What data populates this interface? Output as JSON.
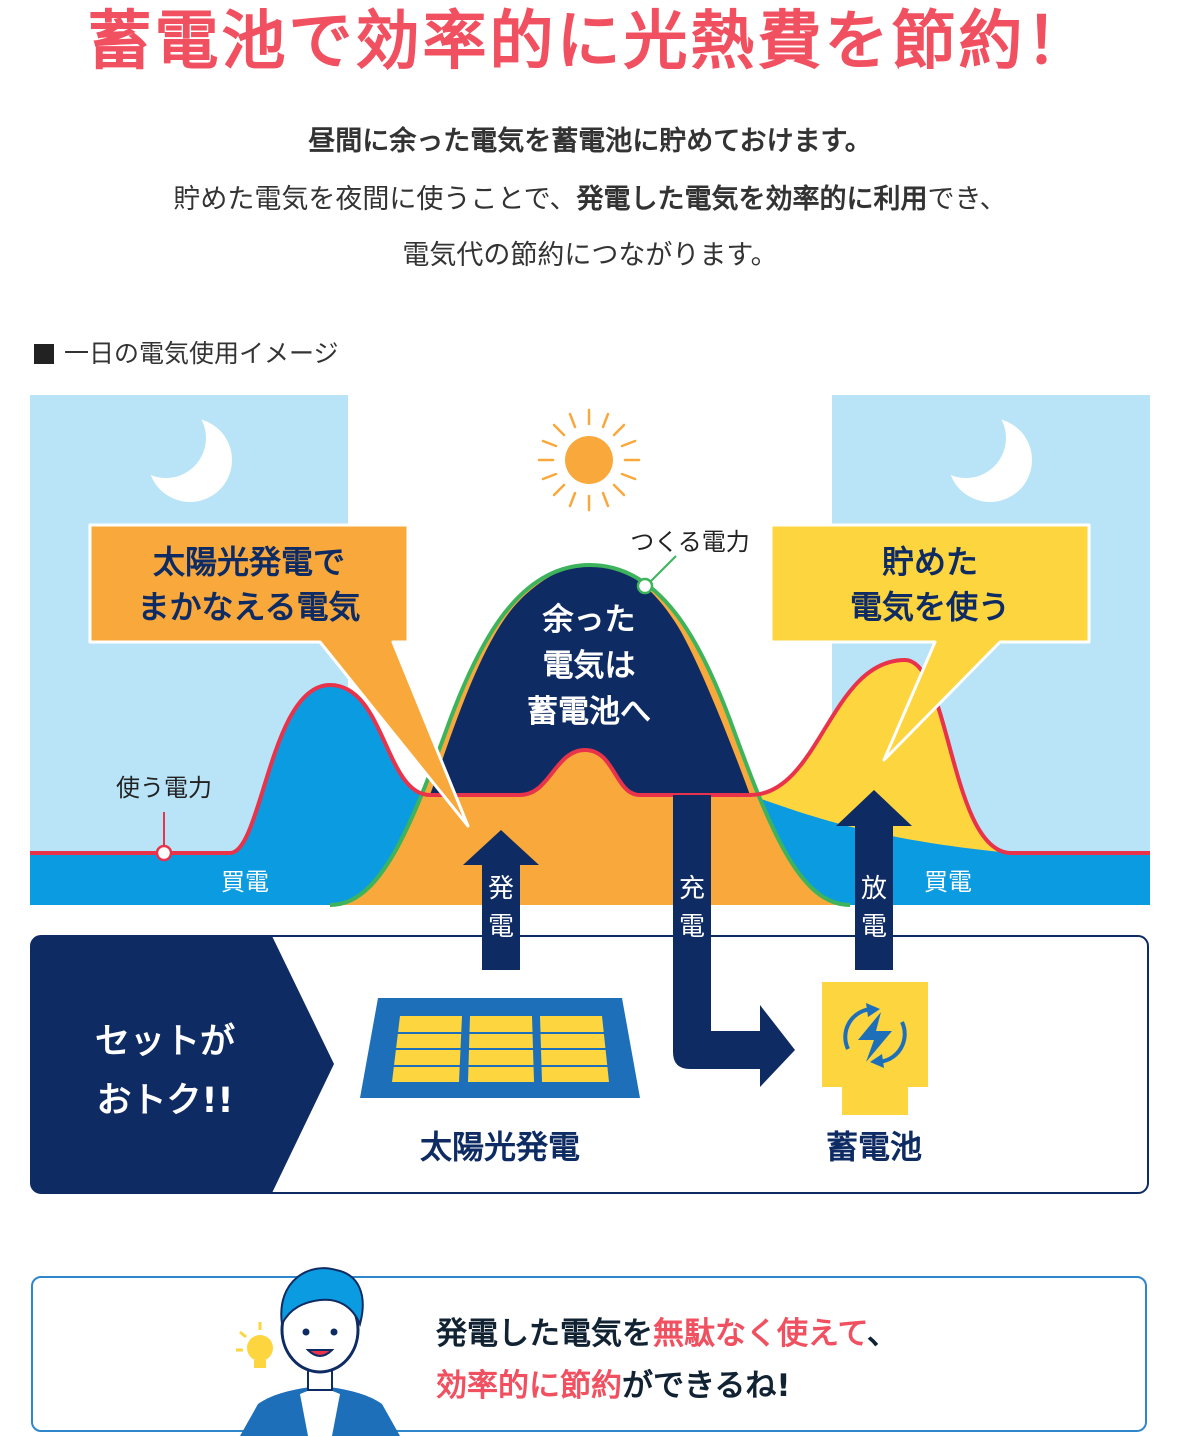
{
  "headline": "蓄電池で効率的に光熱費を節約！",
  "intro": {
    "line1": "昼間に余った電気を蓄電池に貯めておけます。",
    "line2_a": "貯めた電気を夜間に使うことで、",
    "line2_b": "発電した電気を効率的に利用",
    "line2_c": "でき、",
    "line3": "電気代の節約につながります。"
  },
  "section_label": "一日の電気使用イメージ",
  "diagram": {
    "usage_label": "使う電力",
    "generation_label": "つくる電力",
    "buy_left": "買電",
    "buy_right": "買電",
    "callout_left_line1": "太陽光発電で",
    "callout_left_line2": "まかなえる電気",
    "surplus_line1": "余った",
    "surplus_line2": "電気は",
    "surplus_line3": "蓄電池へ",
    "callout_right_line1": "貯めた",
    "callout_right_line2": "電気を使う",
    "arrow_generate_1": "発",
    "arrow_generate_2": "電",
    "arrow_charge_1": "充",
    "arrow_charge_2": "電",
    "arrow_discharge_1": "放",
    "arrow_discharge_2": "電"
  },
  "set_panel": {
    "badge_line1": "セットが",
    "badge_line2": "おトク!!",
    "solar_label": "太陽光発電",
    "battery_label": "蓄電池"
  },
  "bottom": {
    "line1_a": "発電した電気を",
    "line1_b": "無駄なく使えて",
    "line1_c": "、",
    "line2_a": "効率的に節約",
    "line2_b": "ができるね!"
  },
  "colors": {
    "headline": "#f0505f",
    "navy": "#0f2b63",
    "orange": "#f9a93c",
    "yellow": "#fcd53f",
    "sky": "#b9e4f8",
    "blue": "#0b9be0",
    "green": "#3db45c",
    "red_line": "#e8334a"
  }
}
